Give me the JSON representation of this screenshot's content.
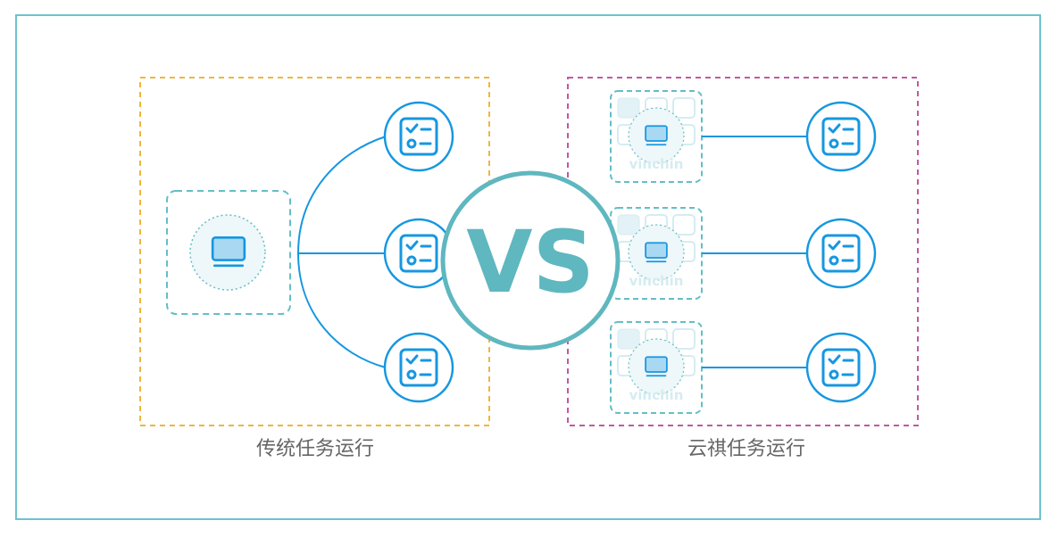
{
  "left_panel": {
    "caption": "传统任务运行"
  },
  "right_panel": {
    "caption": "云祺任务运行"
  },
  "vs": {
    "label": "VS"
  },
  "watermark": {
    "text": "vinchin"
  },
  "colors": {
    "frame": "#6cc3cc",
    "left_box": "#f0b63c",
    "right_box": "#c1599f",
    "node_blue": "#1697e0",
    "vs_teal": "#5fb7bf",
    "host_dash": "#64bec6"
  },
  "icons": {
    "host": "computer-icon",
    "task": "checklist-icon"
  }
}
